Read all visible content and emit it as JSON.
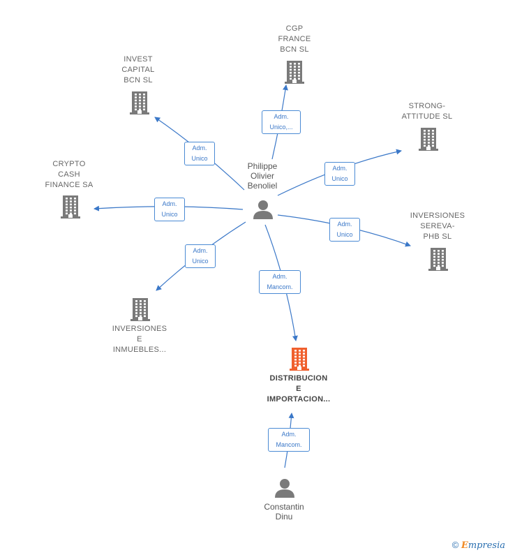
{
  "nodes": {
    "cgp": {
      "label": "CGP\nFRANCE\nBCN SL"
    },
    "invest": {
      "label": "INVEST\nCAPITAL\nBCN SL"
    },
    "strong": {
      "label": "STRONG-\nATTITUDE SL"
    },
    "crypto": {
      "label": "CRYPTO\nCASH\nFINANCE SA"
    },
    "sereva": {
      "label": "INVERSIONES\nSEREVA-\nPHB SL"
    },
    "inmuebles": {
      "label": "INVERSIONES\nE\nINMUEBLES..."
    },
    "distribucion": {
      "label": "DISTRIBUCION\nE\nIMPORTACION..."
    },
    "philippe": {
      "label": "Philippe\nOlivier\nBenoliel"
    },
    "constantin": {
      "label": "Constantin\nDinu"
    }
  },
  "edges": {
    "cgp": "Adm.\nUnico,...",
    "invest": "Adm.\nUnico",
    "strong": "Adm.\nUnico",
    "crypto": "Adm.\nUnico",
    "sereva": "Adm.\nUnico",
    "inmuebles": "Adm.\nUnico",
    "distribucion": "Adm.\nMancom.",
    "constantin": "Adm.\nMancom."
  },
  "colors": {
    "edge": "#3b78c8",
    "building": "#7a7a7a",
    "building_main": "#f0602e",
    "person": "#7a7a7a"
  },
  "footer": {
    "copyright": "©",
    "brand_initial": "E",
    "brand_rest": "mpresia"
  }
}
